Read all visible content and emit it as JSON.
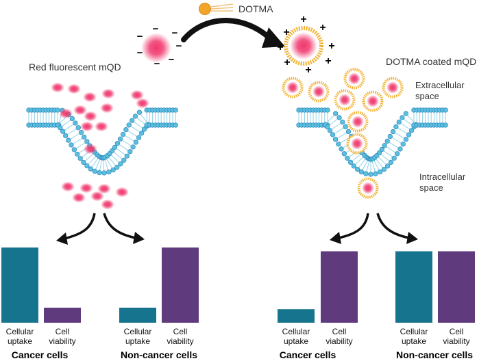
{
  "labels": {
    "dotma": "DOTMA",
    "red_fluorescent_mqd": "Red fluorescent mQD",
    "dotma_coated_mqd": "DOTMA coated mQD",
    "extracellular_line1": "Extracellular",
    "extracellular_line2": "space",
    "intracellular_line1": "Intracellular",
    "intracellular_line2": "space"
  },
  "charges": {
    "negative": "−",
    "positive": "+"
  },
  "colors": {
    "uptake": "#17748e",
    "viability": "#5f3a7d",
    "membrane": "#5bbfe0",
    "membrane_stroke": "#2f86b8",
    "quantum_dot": "#f0396e",
    "coating": "#f2b233",
    "arrow": "#111111"
  },
  "chart_data": [
    {
      "type": "bar",
      "panel": "uncoated",
      "groups": [
        {
          "name": "Cancer cells",
          "categories": [
            "Cellular\nuptake",
            "Cell\nviability"
          ],
          "values": [
            1.0,
            0.2
          ]
        },
        {
          "name": "Non-cancer cells",
          "categories": [
            "Cellular\nuptake",
            "Cell\nviability"
          ],
          "values": [
            0.2,
            1.0
          ]
        }
      ]
    },
    {
      "type": "bar",
      "panel": "coated",
      "groups": [
        {
          "name": "Cancer cells",
          "categories": [
            "Cellular\nuptake",
            "Cell\nviability"
          ],
          "values": [
            0.18,
            0.95
          ]
        },
        {
          "name": "Non-cancer cells",
          "categories": [
            "Cellular\nuptake",
            "Cell\nviability"
          ],
          "values": [
            0.95,
            0.95
          ]
        }
      ]
    }
  ]
}
